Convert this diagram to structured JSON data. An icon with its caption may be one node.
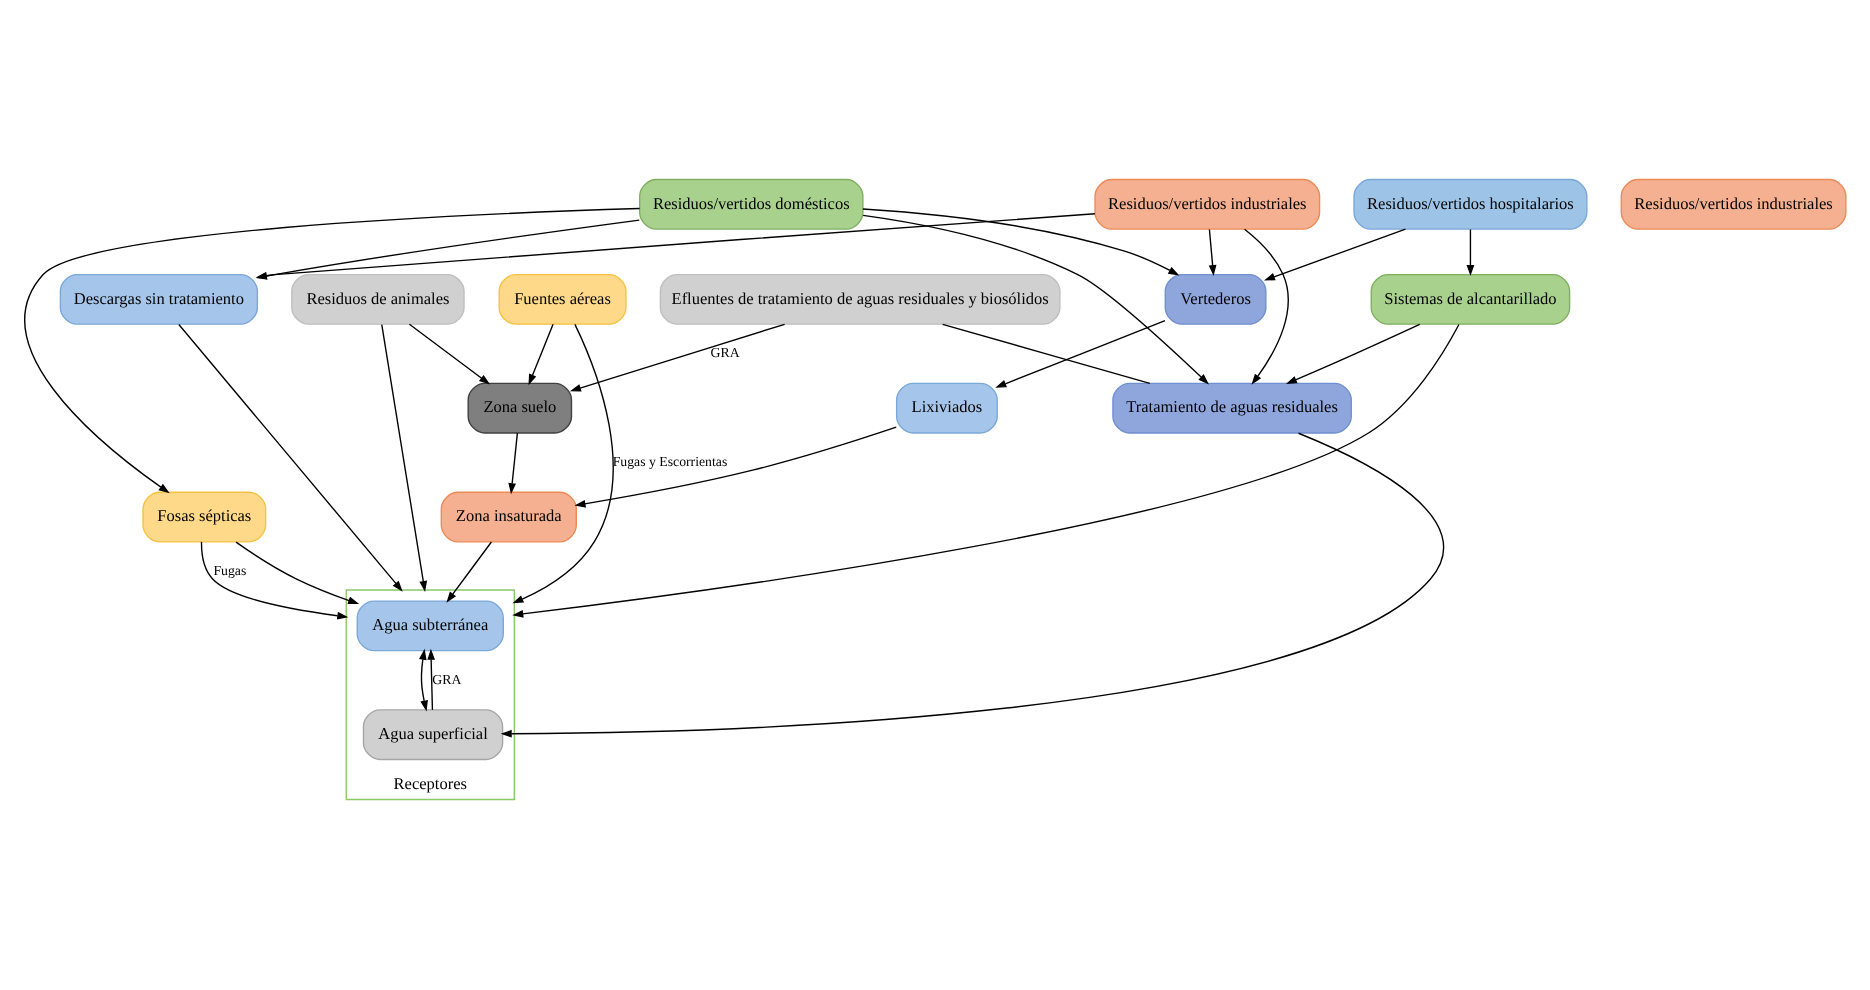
{
  "diagram": {
    "nodes": [
      {
        "text": [
          "Vertederos"
        ]
      },
      {
        "text": [
          "Fuentes aéreas"
        ]
      },
      {
        "text": [
          "Residuos de animales"
        ]
      },
      {
        "text": [
          "Residuos/vertidos domésticos"
        ]
      },
      {
        "text": [
          "Residuos/vertidos hospitalarios"
        ]
      },
      {
        "text": [
          "Residuos/vertidos industriales"
        ]
      },
      {
        "text": [
          "Lixiviados"
        ]
      },
      {
        "text": [
          "Zona suelo"
        ]
      },
      {
        "text": [
          "Fosas sépticas"
        ]
      },
      {
        "text": [
          "Sistemas de alcantarillado"
        ]
      },
      {
        "text": [
          "Residuos/vertidos industriales"
        ]
      },
      {
        "text": [
          "Efluentes de tratamiento de aguas residuales y biosólidos"
        ]
      },
      {
        "text": [
          "Tratamiento de aguas residuales"
        ]
      },
      {
        "text": [
          "Descargas sin tratamiento"
        ]
      },
      {
        "text": [
          "Zona insaturada"
        ]
      },
      {
        "text": [
          "Receptores"
        ]
      },
      {
        "text": [
          "Agua subterránea"
        ],
        "in": 15
      },
      {
        "text": [
          "Agua superficial"
        ],
        "in": 15
      }
    ],
    "edges": [
      {
        "from": 3,
        "to": 0,
        "arrow": "to"
      },
      {
        "from": 4,
        "to": 0,
        "arrow": "to"
      },
      {
        "from": 5,
        "to": 0,
        "arrow": "to"
      },
      {
        "from": 0,
        "to": 6,
        "arrow": "to"
      },
      {
        "from": 1,
        "to": 7,
        "arrow": "to"
      },
      {
        "from": 2,
        "to": 7,
        "arrow": "to"
      },
      {
        "from": 1,
        "to": 15,
        "arrow": "to",
        "label": "Fugas y Escorrientas"
      },
      {
        "from": 2,
        "to": 15,
        "arrow": "to"
      },
      {
        "from": 11,
        "to": 7,
        "arrow": "to",
        "label": "GRA"
      },
      {
        "from": 6,
        "to": 14,
        "arrow": "to"
      },
      {
        "from": 7,
        "to": 14,
        "arrow": "to"
      },
      {
        "from": 3,
        "to": 8,
        "arrow": "to"
      },
      {
        "from": 3,
        "to": 12,
        "arrow": "to"
      },
      {
        "from": 3,
        "to": 13,
        "arrow": "to"
      },
      {
        "from": 4,
        "to": 9,
        "arrow": "to"
      },
      {
        "from": 5,
        "to": 12,
        "arrow": "to"
      },
      {
        "from": 5,
        "to": 13,
        "arrow": "to"
      },
      {
        "from": 8,
        "to": 15,
        "arrow": "to",
        "label": "Fugas"
      },
      {
        "from": 9,
        "to": 15,
        "arrow": "to"
      },
      {
        "from": 8,
        "to": 16,
        "arrow": "to"
      },
      {
        "from": 9,
        "to": 12,
        "arrow": "to"
      },
      {
        "from": 11,
        "to": 12,
        "arrow": "none"
      },
      {
        "from": 12,
        "to": 17,
        "arrow": "to"
      },
      {
        "from": 13,
        "to": 15,
        "arrow": "to"
      },
      {
        "from": 14,
        "to": 16,
        "arrow": "to"
      },
      {
        "from": 17,
        "to": 16,
        "arrow": "to",
        "label": "GRA"
      },
      {
        "from": 16,
        "to": 17,
        "arrow": "both"
      }
    ]
  }
}
